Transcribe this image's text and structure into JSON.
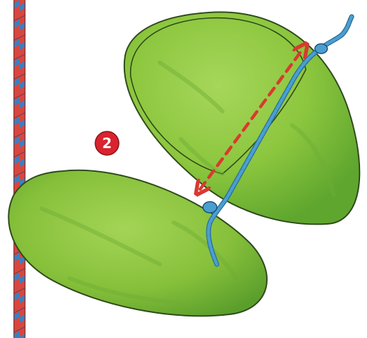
{
  "step": {
    "number": "2"
  },
  "colors": {
    "leaf_fill": "#8cc63e",
    "leaf_shade": "#5ea62e",
    "leaf_outline": "#2f4a1a",
    "rope_red": "#d8463f",
    "rope_blue": "#3c7fc1",
    "string_blue": "#4a9fd0",
    "arrow_red": "#d83a2f",
    "badge_red": "#d9232e",
    "badge_text": "#ffffff"
  },
  "icons": {
    "badge": "numbered-circle-badge",
    "arrow": "double-headed-dashed-arrow"
  }
}
